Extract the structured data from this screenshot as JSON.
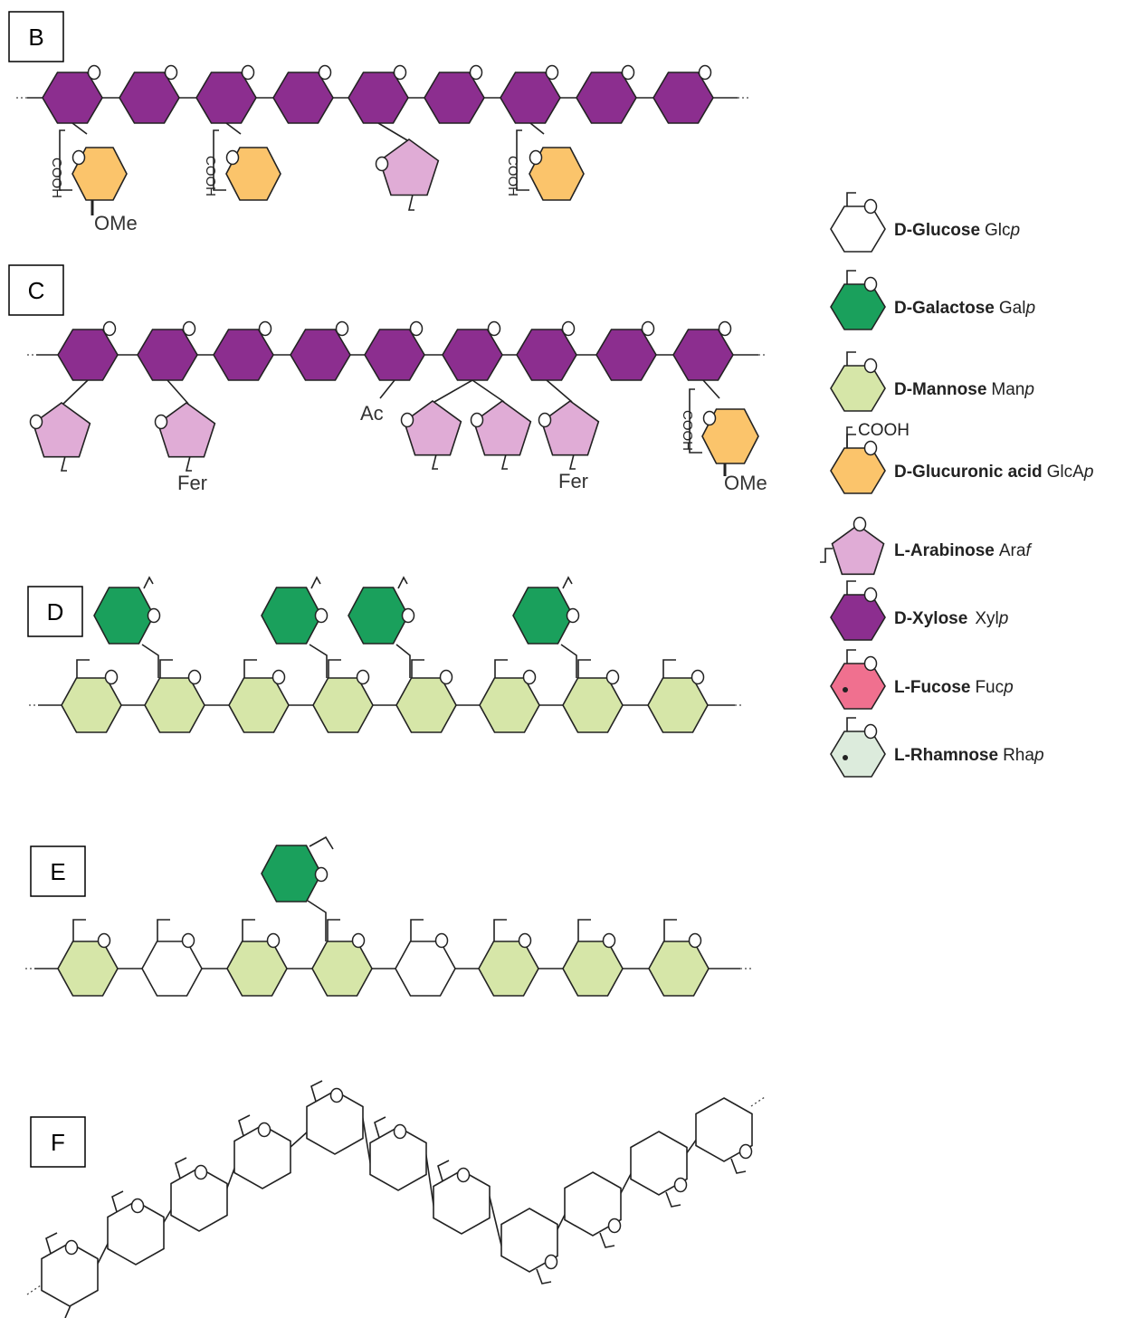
{
  "panels": [
    {
      "label": "B"
    },
    {
      "label": "C"
    },
    {
      "label": "D"
    },
    {
      "label": "E"
    },
    {
      "label": "F"
    }
  ],
  "substituents": {
    "ome": "OMe",
    "fer": "Fer",
    "ac": "Ac",
    "cooh": "COOH"
  },
  "legend": [
    {
      "name": "D-Glucose",
      "abbr": "Glc",
      "suffix": "p",
      "color": "#ffffff"
    },
    {
      "name": "D-Galactose",
      "abbr": "Gal",
      "suffix": "p",
      "color": "#1aa05c"
    },
    {
      "name": "D-Mannose",
      "abbr": "Man",
      "suffix": "p",
      "color": "#d6e6a8"
    },
    {
      "name": "D-Glucuronic acid",
      "abbr": "GlcA",
      "suffix": "p",
      "color": "#fbc46b",
      "extra": "COOH"
    },
    {
      "name": "L-Arabinose",
      "abbr": "Ara",
      "suffix": "f",
      "color": "#e0acd6"
    },
    {
      "name": "D-Xylose",
      "abbr": "Xyl",
      "suffix": "p",
      "color": "#8c2e8f"
    },
    {
      "name": "L-Fucose",
      "abbr": "Fuc",
      "suffix": "p",
      "color": "#f0708f"
    },
    {
      "name": "L-Rhamnose",
      "abbr": "Rha",
      "suffix": "p",
      "color": "#dcebdc"
    }
  ]
}
